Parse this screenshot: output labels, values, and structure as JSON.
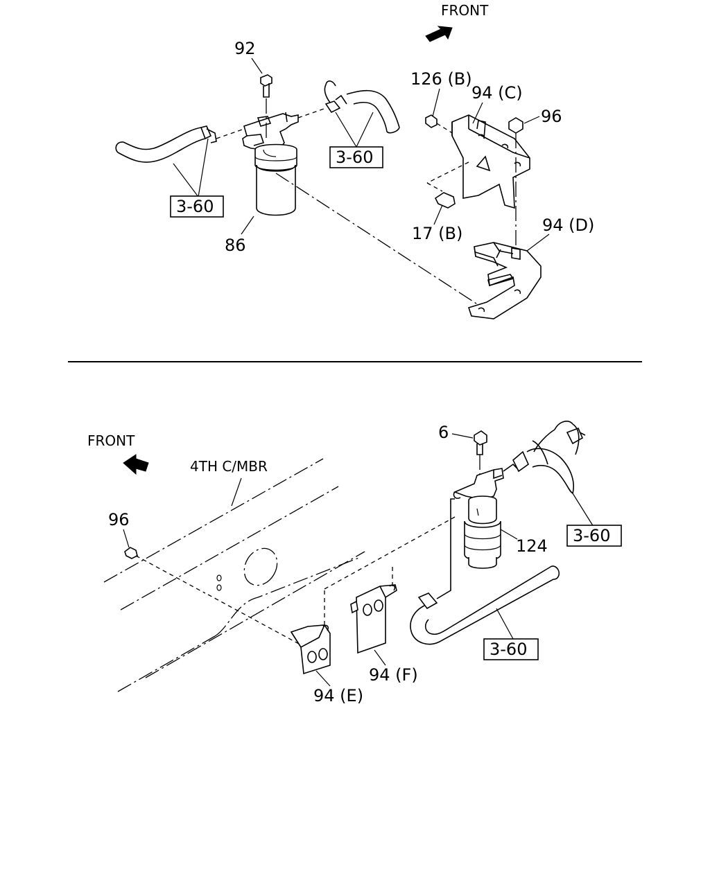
{
  "top": {
    "front_label": "FRONT",
    "labels": {
      "p92": "92",
      "p86": "86",
      "ref_left": "3-60",
      "ref_right": "3-60",
      "p126b": "126 (B)",
      "p94c": "94 (C)",
      "p96": "96",
      "p17b": "17 (B)",
      "p94d": "94 (D)"
    }
  },
  "bottom": {
    "front_label": "FRONT",
    "member_label": "4TH C/MBR",
    "labels": {
      "p6": "6",
      "p96": "96",
      "p124": "124",
      "ref_upper": "3-60",
      "ref_lower": "3-60",
      "p94e": "94 (E)",
      "p94f": "94 (F)"
    }
  }
}
